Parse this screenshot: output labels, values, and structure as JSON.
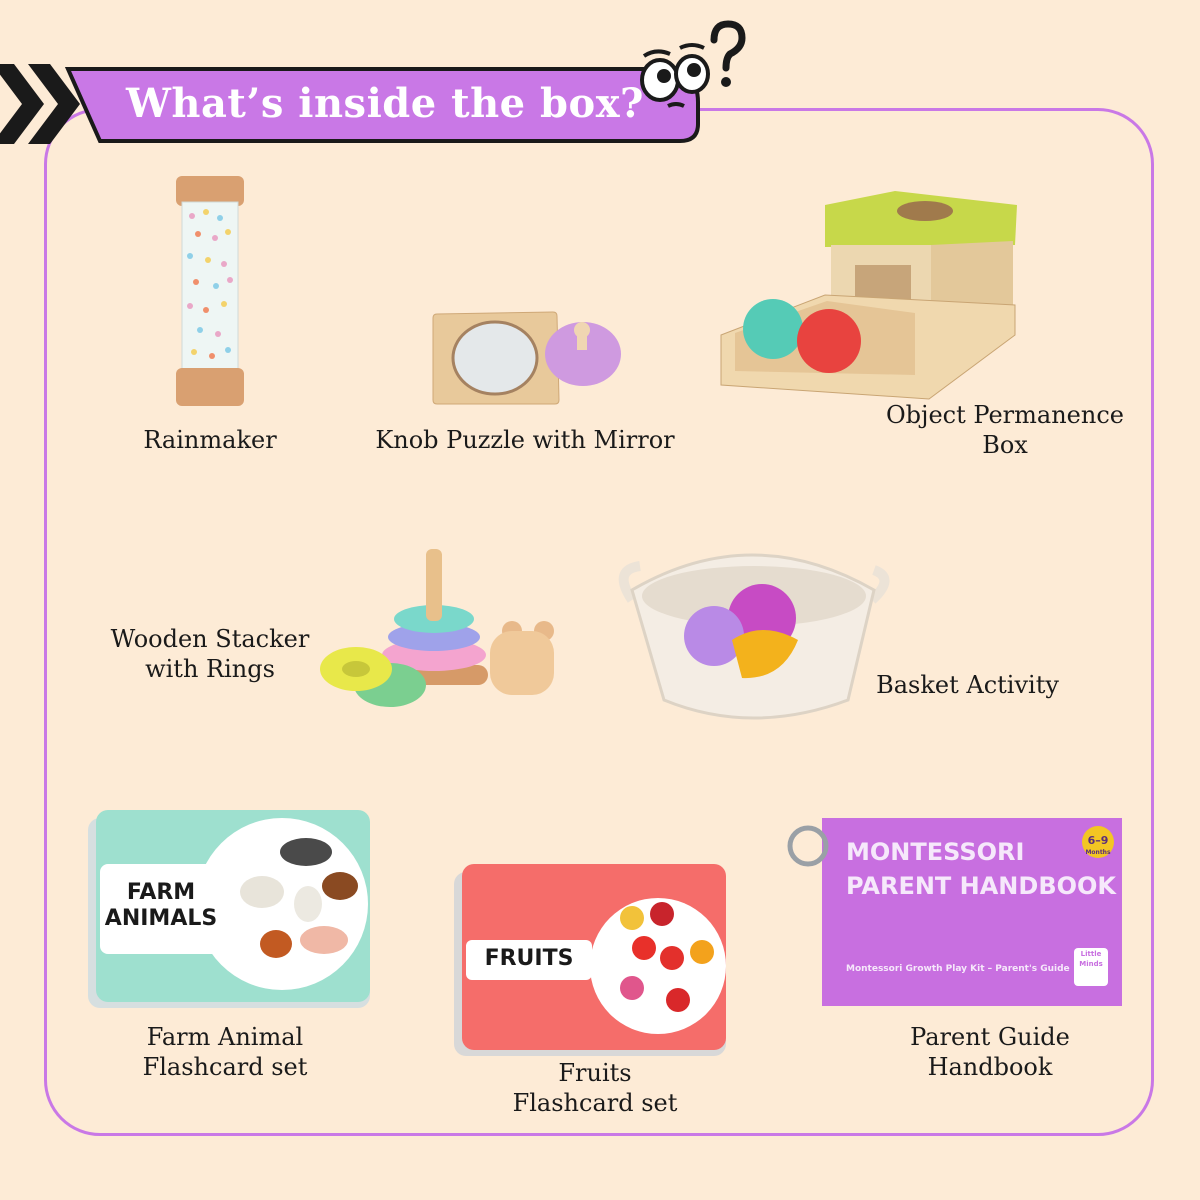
{
  "header": {
    "title": "What’s inside the box?",
    "accent_color": "#c978e6"
  },
  "items": [
    {
      "label": "Rainmaker",
      "icon": "rainmaker-icon"
    },
    {
      "label": "Knob Puzzle with Mirror",
      "icon": "knob-puzzle-icon"
    },
    {
      "label_line1": "Object Permanence",
      "label_line2": "Box",
      "icon": "object-permanence-box-icon"
    },
    {
      "label_line1": "Wooden Stacker",
      "label_line2": "with Rings",
      "icon": "stacker-icon"
    },
    {
      "label": "Basket Activity",
      "icon": "basket-icon"
    },
    {
      "label_line1": "Farm Animal",
      "label_line2": "Flashcard set",
      "icon": "farm-flashcard-icon",
      "card_title_line1": "FARM",
      "card_title_line2": "ANIMALS",
      "card_color": "#9ee0cf"
    },
    {
      "label_line1": "Fruits",
      "label_line2": "Flashcard set",
      "icon": "fruits-flashcard-icon",
      "card_title": "FRUITS",
      "card_color": "#f56d6a"
    },
    {
      "label_line1": "Parent Guide",
      "label_line2": "Handbook",
      "icon": "handbook-icon",
      "handbook_title_line1": "MONTESSORI",
      "handbook_title_line2": "PARENT HANDBOOK",
      "handbook_subtitle": "Montessori Growth Play Kit – Parent's Guide",
      "age_badge": "6–9",
      "age_unit": "Months",
      "brand_line1": "Little",
      "brand_line2": "Minds",
      "card_color": "#c86fe0"
    }
  ]
}
